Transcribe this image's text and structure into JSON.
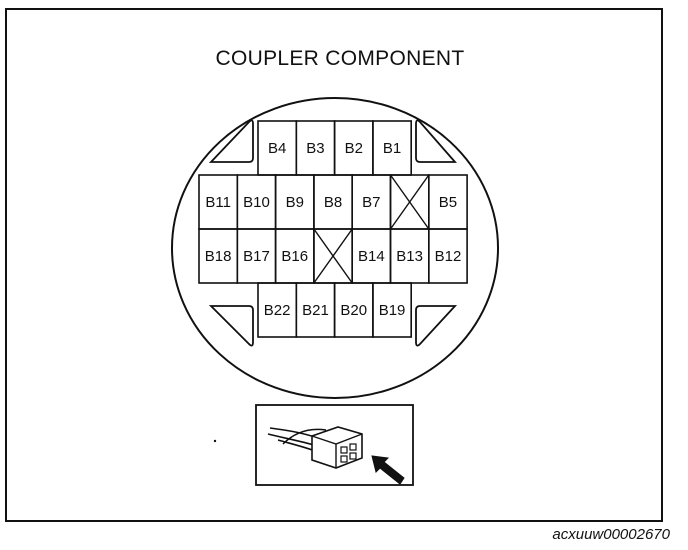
{
  "diagram": {
    "title": "COUPLER COMPONENT",
    "caption": "acxuuw00002670",
    "rows": [
      [
        {
          "id": "pin-b4",
          "label": "B4"
        },
        {
          "id": "pin-b3",
          "label": "B3"
        },
        {
          "id": "pin-b2",
          "label": "B2"
        },
        {
          "id": "pin-b1",
          "label": "B1"
        }
      ],
      [
        {
          "id": "pin-b11",
          "label": "B11"
        },
        {
          "id": "pin-b10",
          "label": "B10"
        },
        {
          "id": "pin-b9",
          "label": "B9"
        },
        {
          "id": "pin-b8",
          "label": "B8"
        },
        {
          "id": "pin-b7",
          "label": "B7"
        },
        {
          "id": "pin-blank-1",
          "label": ""
        },
        {
          "id": "pin-b5",
          "label": "B5"
        }
      ],
      [
        {
          "id": "pin-b18",
          "label": "B18"
        },
        {
          "id": "pin-b17",
          "label": "B17"
        },
        {
          "id": "pin-b16",
          "label": "B16"
        },
        {
          "id": "pin-blank-2",
          "label": ""
        },
        {
          "id": "pin-b14",
          "label": "B14"
        },
        {
          "id": "pin-b13",
          "label": "B13"
        },
        {
          "id": "pin-b12",
          "label": "B12"
        }
      ],
      [
        {
          "id": "pin-b22",
          "label": "B22"
        },
        {
          "id": "pin-b21",
          "label": "B21"
        },
        {
          "id": "pin-b20",
          "label": "B20"
        },
        {
          "id": "pin-b19",
          "label": "B19"
        }
      ]
    ]
  }
}
